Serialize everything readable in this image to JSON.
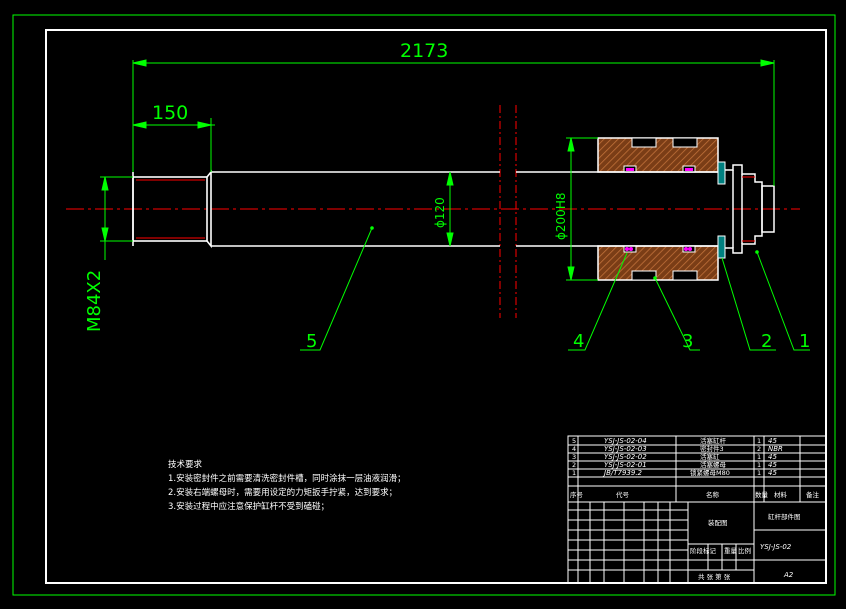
{
  "dimensions": {
    "overall_length": "2173",
    "thread_length": "150",
    "rod_diameter": "ϕ120",
    "piston_diameter": "ϕ200H8",
    "thread_spec": "M84X2"
  },
  "balloons": [
    "5",
    "4",
    "3",
    "2",
    "1"
  ],
  "notes": {
    "title": "技术要求",
    "lines": [
      "1.安装密封件之前需要清洗密封件槽，同时涂抹一层油液润滑；",
      "2.安装右端螺母时，需要用设定的力矩扳手拧紧，达到要求；",
      "3.安装过程中应注意保护缸杆不受到磕碰；"
    ]
  },
  "bom": {
    "rows": [
      {
        "no": "5",
        "code": "YSJ-JS-02-04",
        "name": "活塞缸杆",
        "qty": "1",
        "material": "45"
      },
      {
        "no": "4",
        "code": "YSJ-JS-02-03",
        "name": "密封件3",
        "qty": "2",
        "material": "NBR"
      },
      {
        "no": "3",
        "code": "YSJ-JS-02-02",
        "name": "活塞缸",
        "qty": "1",
        "material": "45"
      },
      {
        "no": "2",
        "code": "YSJ-JS-02-01",
        "name": "活塞螺母",
        "qty": "1",
        "material": "45"
      },
      {
        "no": "1",
        "code": "JB/T7939.2",
        "name": "锁紧螺母M80",
        "qty": "1",
        "material": "45"
      }
    ],
    "headers": {
      "no": "序号",
      "code": "代号",
      "name": "名称",
      "qty": "数量",
      "material": "材料",
      "remark": "备注"
    }
  },
  "title_block": {
    "drawing_type": "装配图",
    "title": "缸杆部件图",
    "drawing_number": "YSJ-JS-02",
    "sheet_size": "A2",
    "stage_label": "阶段标记",
    "weight_label": "重量",
    "scale_label": "比例",
    "sheet_label": "共 张 第 张"
  },
  "colors": {
    "frame": "#ffffff",
    "dimension": "#00ff00",
    "centerline": "#ff0000",
    "hatch": "#a0522d",
    "seal": "#ff00ff"
  }
}
